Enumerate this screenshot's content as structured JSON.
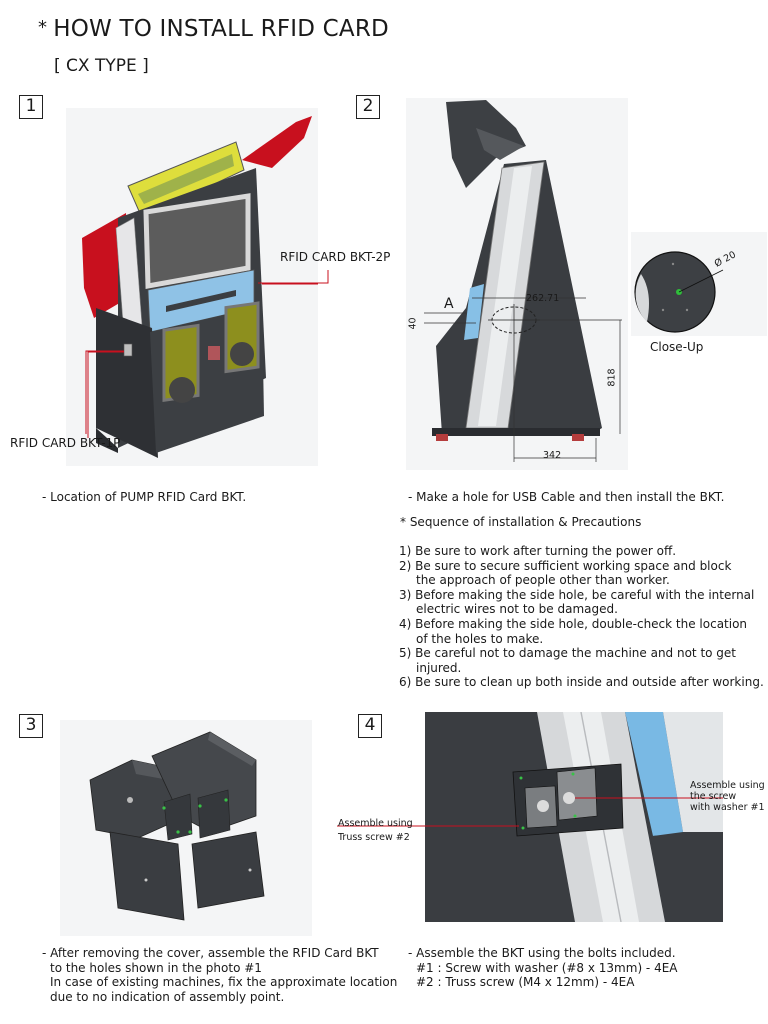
{
  "title": {
    "star": "*",
    "text": "HOW TO INSTALL RFID CARD",
    "type": "[ CX TYPE ]"
  },
  "steps": {
    "s1": {
      "num": "1",
      "label_2p": "RFID CARD BKT-2P",
      "label_1p": "RFID CARD BKT-1P",
      "caption": "- Location of PUMP RFID Card BKT."
    },
    "s2": {
      "num": "2",
      "dim_a": "A",
      "dim_262": "262.71",
      "dim_40": "40",
      "dim_818": "818",
      "dim_342": "342",
      "closeup_label": "Close-Up",
      "closeup_dim": "Ø 20",
      "caption": "- Make a hole for USB Cable and then install the BKT.",
      "seq_title": "* Sequence of installation & Precautions",
      "seq": [
        [
          "1) Be sure to work after turning the power off."
        ],
        [
          "2) Be sure to secure sufficient working space and block",
          "the approach of people other than worker."
        ],
        [
          "3) Before making the side hole, be careful with the internal",
          "electric wires not to be damaged."
        ],
        [
          "4) Before making the side hole, double-check the location",
          "of the holes to make."
        ],
        [
          "5) Be careful not to damage the machine and not to get",
          "injured."
        ],
        [
          "6) Be sure to clean up both inside and outside after working."
        ]
      ]
    },
    "s3": {
      "num": "3",
      "caption": [
        "- After removing the cover, assemble the RFID Card BKT",
        "to the holes shown in the photo #1",
        "In case of existing machines, fix the approximate location",
        "due to no indication of assembly point."
      ]
    },
    "s4": {
      "num": "4",
      "label_left": [
        "Assemble using",
        "Truss screw #2"
      ],
      "label_right": [
        "Assemble using",
        "the screw",
        "with washer #1"
      ],
      "caption": [
        "- Assemble the BKT using the bolts included.",
        "#1 : Screw with washer (#8 x 13mm) - 4EA",
        "#2 : Truss screw (M4 x 12mm) - 4EA"
      ]
    }
  }
}
